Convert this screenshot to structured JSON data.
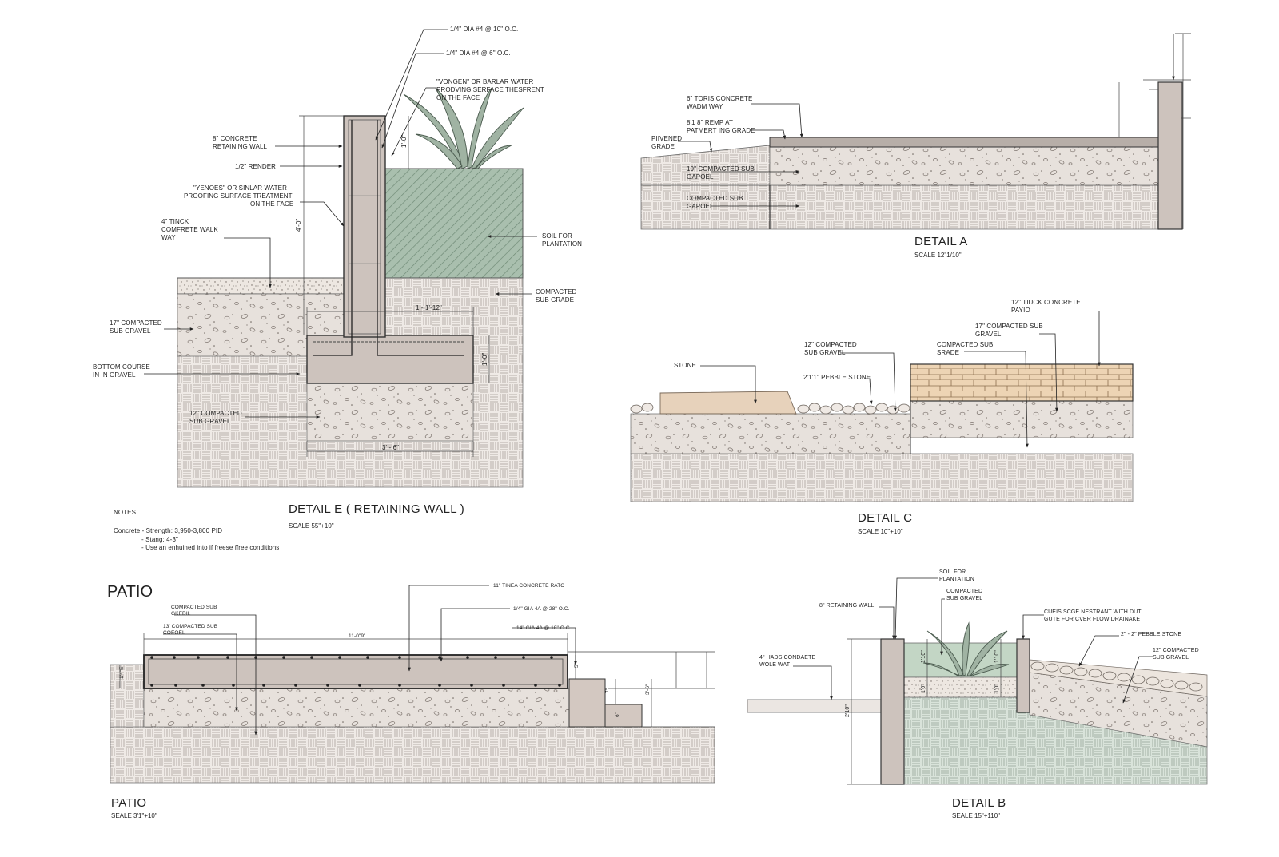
{
  "sheet": {
    "detail_e": {
      "title": "DETAIL E ( RETAINING WALL )",
      "scale": "SCALE 55\"+10\"",
      "labels": {
        "rebar1": "1/4\" DIA #4 @ 10\" O.C.",
        "rebar2": "1/4\" DIA #4 @ 6\" O.C.",
        "wp1_l1": "\"VONGEN\" OR BARLAR WATER",
        "wp1_l2": "PRODVING SERFACE THESFRENT",
        "wp1_l3": "ON THE FACE",
        "wall_l1": "8\" CONCRETE",
        "wall_l2": "RETAINING WALL",
        "render": "1/2\" RENDER",
        "wp2_l1": "\"YENOES\" OR SINLAR WATER",
        "wp2_l2": "PROOFING SURFACE TREATMENT",
        "wp2_l3": "ON THE FACE",
        "walk_l1": "4\" TINCK",
        "walk_l2": "COMFRETE WALK",
        "walk_l3": "WAY",
        "soil_l1": "SOIL FOR",
        "soil_l2": "PLANTATION",
        "csg_l1": "COMPACTED",
        "csg_l2": "SUB GRADE",
        "gravel17_l1": "17\" COMPACTED",
        "gravel17_l2": "SUB GRAVEL",
        "bottom_l1": "BOTTOM COURSE",
        "bottom_l2": "IN IN  GRAVEL",
        "gravel12_l1": "12\" COMPACTED",
        "gravel12_l2": "SUB GRAVEL",
        "dim_height": "4'-0\"",
        "dim_top": "1'-0\"",
        "dim_footing_w": "1 - 1'-12\"",
        "dim_footing_h": "1'-0\"",
        "dim_base": "3' - 6\""
      }
    },
    "notes": {
      "heading": "NOTES",
      "line1": "Concrete - Strength: 3,950-3,800 PID",
      "line2": "- Stang: 4-3\"",
      "line3": "- Use an enhuined into if freese ffree conditions"
    },
    "detail_a": {
      "title": "DETAIL A",
      "scale": "SCALE 12\"1/10\"",
      "labels": {
        "conc_l1": "6\" TORIS CONCRETE",
        "conc_l2": "WADM WAY",
        "ramp_l1": "8'1 8\" REMP AT",
        "ramp_l2": "PATMERT ING GRADE",
        "paved_l1": "PIIVENED",
        "paved_l2": "GRADE",
        "grav_l1": "10\" COMPACTED SUB",
        "grav_l2": "GAPOEL",
        "csub_l1": "COMPACTED SUB",
        "csub_l2": "GAPOEL"
      }
    },
    "detail_c": {
      "title": "DETAIL C",
      "scale": "SCALE 10\"+10\"",
      "labels": {
        "patio_l1": "12\" TIUCK CONCRETE",
        "patio_l2": "PAYIO",
        "g17_l1": "17\" COMPACTED SUB",
        "g17_l2": "GRAVEL",
        "g12_l1": "12\" COMPACTED",
        "g12_l2": "SUB GRAVEL",
        "csub_l1": "COMPACTED SUB",
        "csub_l2": "SRADE",
        "stone": "STONE",
        "pebble": "2'1'1\" PEBBLE STONE"
      }
    },
    "patio": {
      "heading": "PATIO",
      "title": "PATIO",
      "scale": "SEALE 3'1\"+10\"",
      "labels": {
        "conc": "11\" TINEA CONCRETE RATO",
        "csub_l1": "COMPACTED SUB",
        "csub_l2": "GKEDIL",
        "grav_l1": "13' COMPACTED SUB",
        "grav_l2": "COEOEL",
        "rebar1": "1/4\" GIA 4A @ 28\" O.C.",
        "rebar2": "14\" GIA 4A @ 18\" O.C.",
        "dim_w": "11-0\"9\"",
        "dim_5": "5\"",
        "dim_6": "6\"",
        "dim_3": "3'-6\"",
        "dim_7": "7\"",
        "dim_left": "1'4\"E"
      }
    },
    "detail_b": {
      "title": "DETAIL B",
      "scale": "SEALE 15\"+110\"",
      "labels": {
        "soil_l1": "SOIL FOR",
        "soil_l2": "PLANTATION",
        "cg_l1": "COMPACTED",
        "cg_l2": "SUB GRAVEL",
        "wall": "8\" RETAINING WALL",
        "walk_l1": "4\" HADS CONDAETE",
        "walk_l2": "WOLE WAT",
        "edge_l1": "CUEIS SCGE NESTRANT WITH DUT",
        "edge_l2": "GUTE FOR CVER FLOW DRAINAKE",
        "pebble": "2\" - 2\" PEBBLE STONE",
        "g12_l1": "12\" COMPACTED",
        "g12_l2": "SUB GRAVEL",
        "dim_a": "2'10\"",
        "dim_b": "1'10\"",
        "dim_c": "1'10\"",
        "dim_d": "1'0\"",
        "dim_e": "1'0\""
      }
    }
  }
}
